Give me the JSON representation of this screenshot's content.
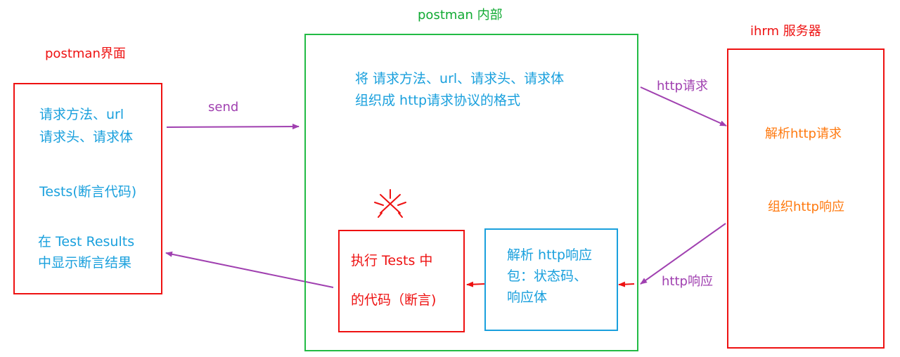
{
  "colors": {
    "red": "#ee1111",
    "green": "#11aa33",
    "blue": "#1aa0dd",
    "purple": "#a040b0",
    "orange": "#ff7a10"
  },
  "postman_ui": {
    "title": "postman界面",
    "line1": "请求方法、url",
    "line2": "请求头、请求体",
    "tests": "Tests(断言代码)",
    "results1": "在 Test Results",
    "results2": "中显示断言结果"
  },
  "postman_internal": {
    "title": "postman 内部",
    "line1": "将 请求方法、url、请求头、请求体",
    "line2": "组织成  http请求协议的格式"
  },
  "exec_box": {
    "line1": "执行 Tests 中",
    "line2": "的代码（断言)"
  },
  "parse_box": {
    "line1": "解析 http响应",
    "line2": "包：状态码、",
    "line3": "响应体"
  },
  "server": {
    "title": "ihrm 服务器",
    "parse": "解析http请求",
    "build": "组织http响应"
  },
  "arrows": {
    "send": "send",
    "http_request": "http请求",
    "http_response": "http响应"
  }
}
